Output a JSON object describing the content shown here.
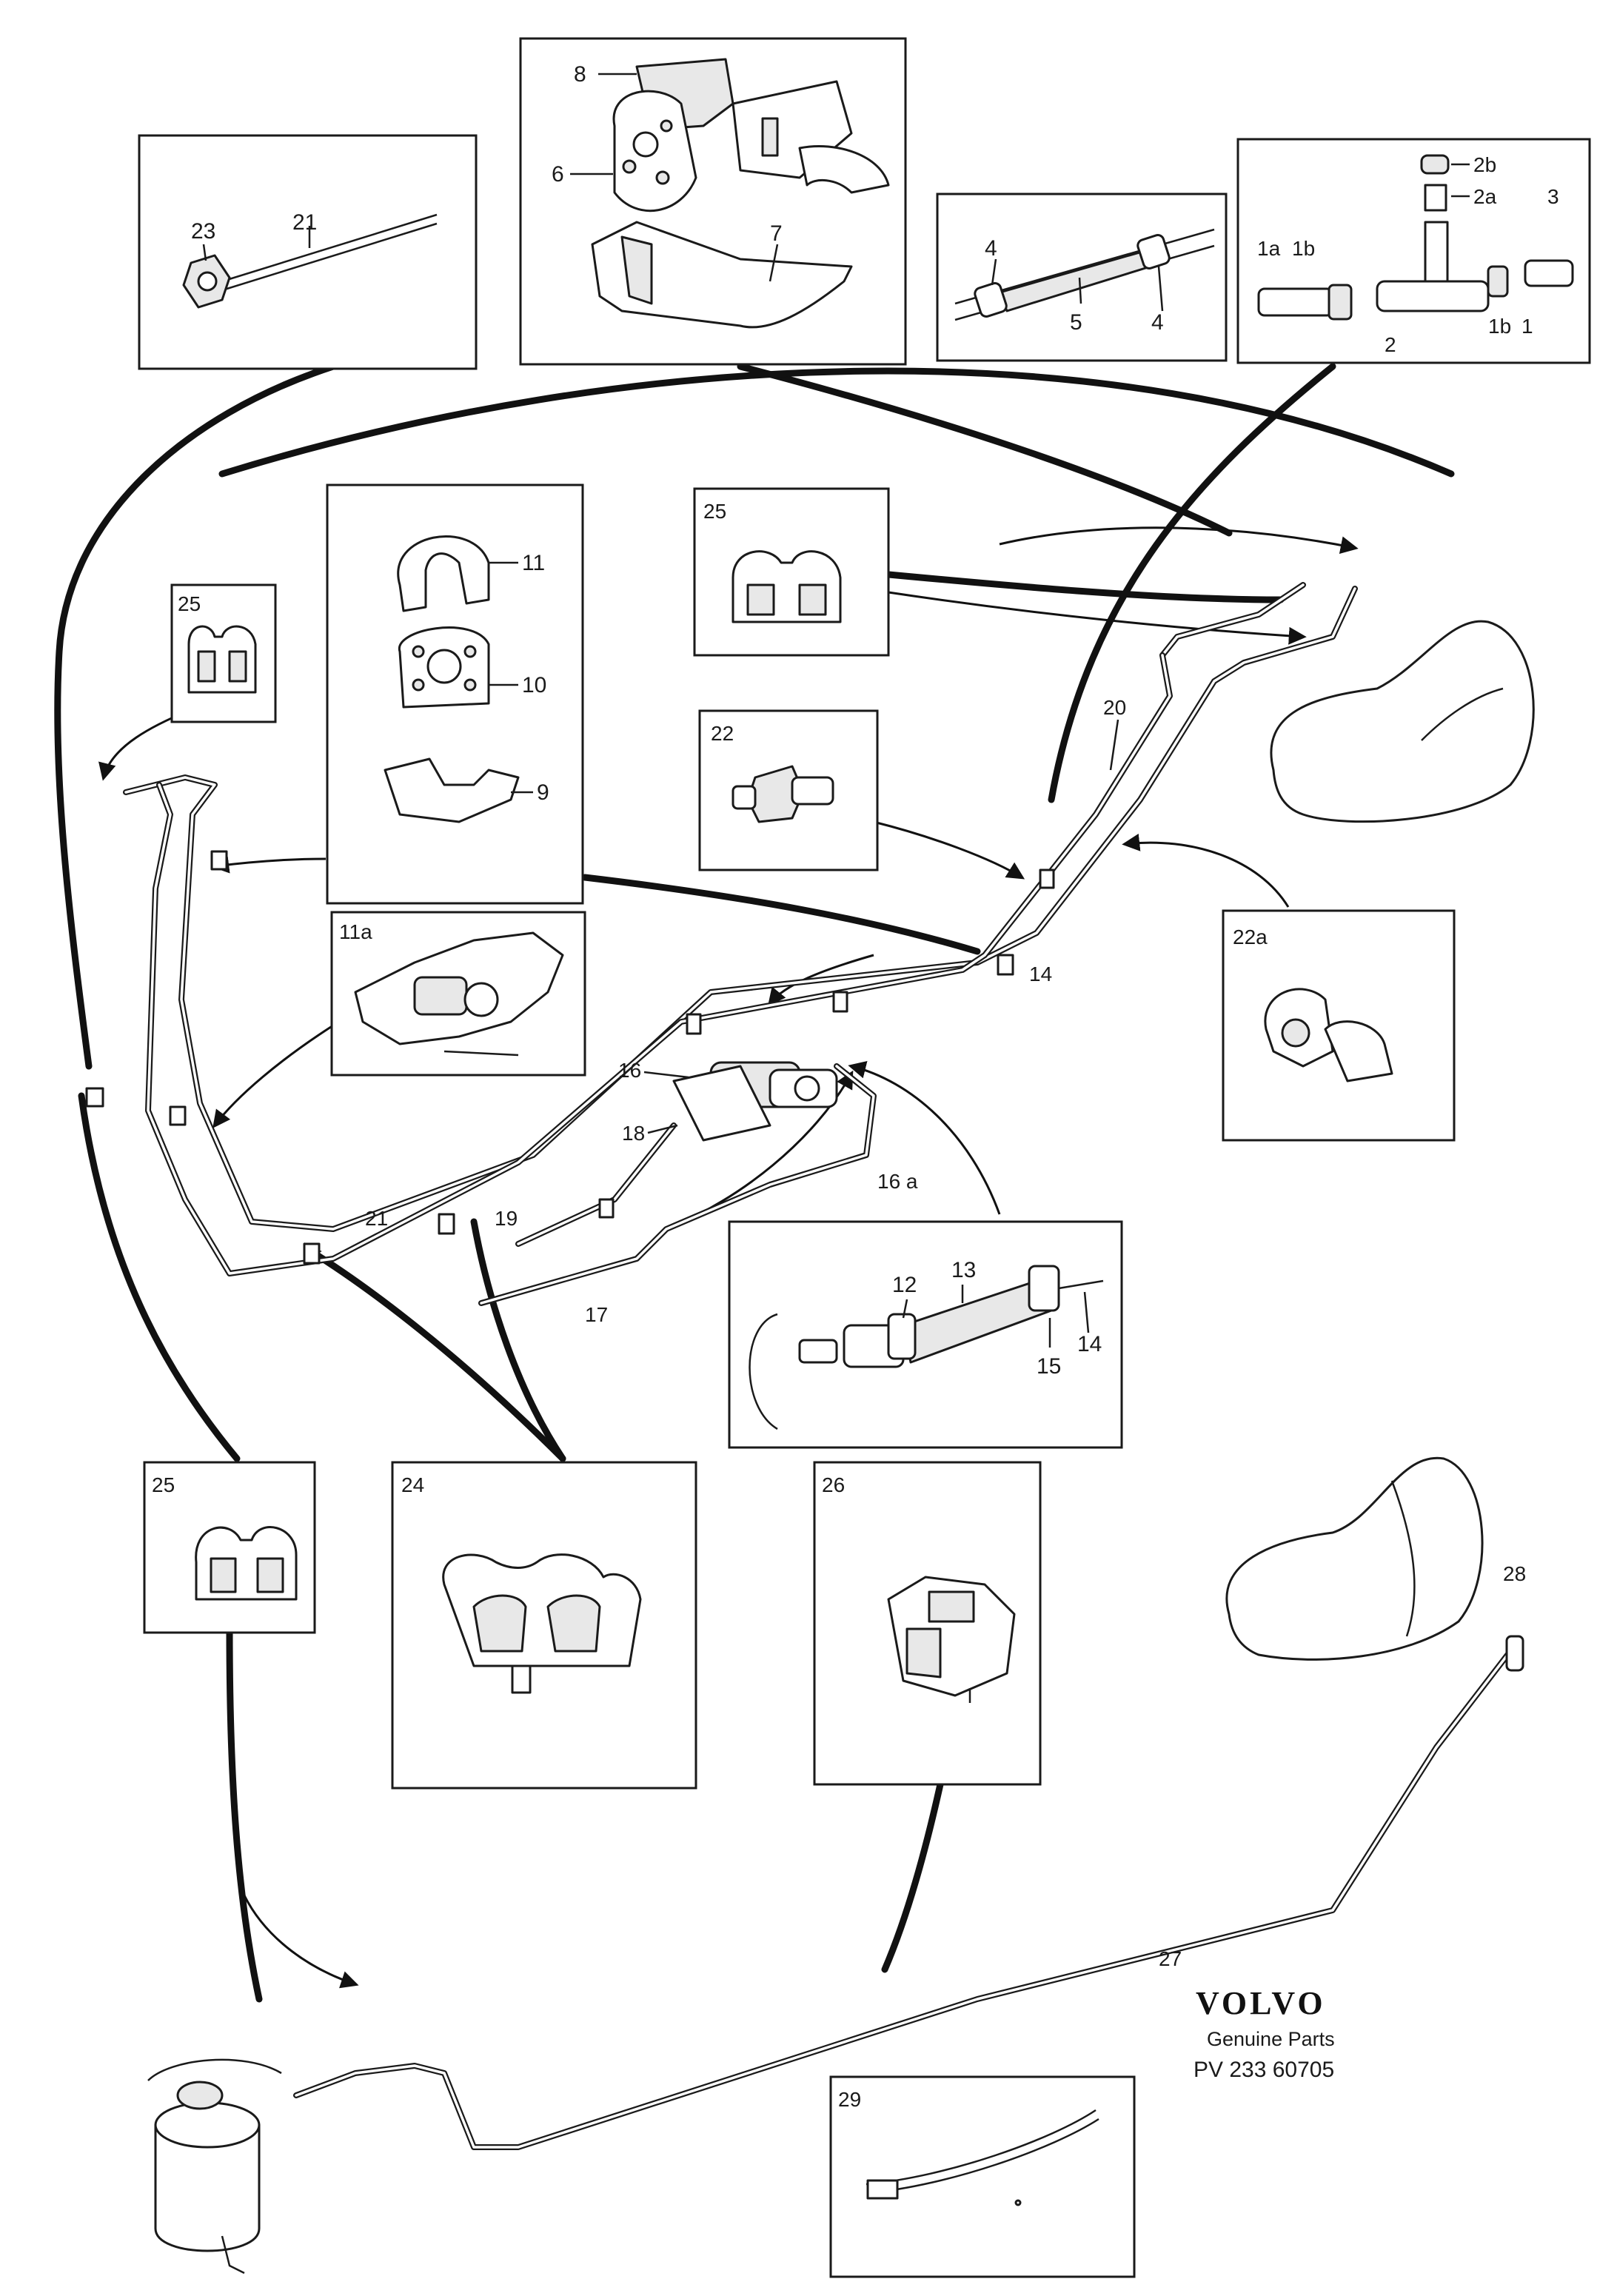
{
  "brand": {
    "logo": "VOLVO",
    "subtitle": "Genuine Parts",
    "code": "PV 233 60705"
  },
  "insets": [
    {
      "id": "inset-pipe-nut",
      "labels": [
        "23",
        "21"
      ]
    },
    {
      "id": "inset-rubber-mounts",
      "labels": [
        "8",
        "6",
        "7"
      ]
    },
    {
      "id": "inset-hose-clamps",
      "labels": [
        "4",
        "5",
        "4"
      ]
    },
    {
      "id": "inset-t-fitting",
      "labels": [
        "2b",
        "2a",
        "3",
        "1a",
        "1b",
        "3",
        "2",
        "1b",
        "1"
      ]
    },
    {
      "id": "inset-clip-25-upper-left",
      "labels": [
        "25"
      ]
    },
    {
      "id": "inset-clips-11-10-9",
      "labels": [
        "11",
        "10",
        "9"
      ]
    },
    {
      "id": "inset-clip-25-upper-center",
      "labels": [
        "25"
      ]
    },
    {
      "id": "inset-connector-22",
      "labels": [
        "22"
      ]
    },
    {
      "id": "inset-bracket-11a",
      "labels": [
        "11a"
      ]
    },
    {
      "id": "inset-clip-22a",
      "labels": [
        "22a"
      ]
    },
    {
      "id": "inset-hose-assembly",
      "labels": [
        "12",
        "13",
        "15",
        "14"
      ]
    },
    {
      "id": "inset-clip-25-lower",
      "labels": [
        "25"
      ]
    },
    {
      "id": "inset-double-clip-24",
      "labels": [
        "24"
      ]
    },
    {
      "id": "inset-clip-26",
      "labels": [
        "26"
      ]
    },
    {
      "id": "inset-cable-tie-29",
      "labels": [
        "29"
      ]
    }
  ],
  "callouts": {
    "c20": "20",
    "c14": "14",
    "c16": "16",
    "c18": "18",
    "c16a": "16 a",
    "c21": "21",
    "c19": "19",
    "c17": "17",
    "c27": "27",
    "c28": "28"
  }
}
